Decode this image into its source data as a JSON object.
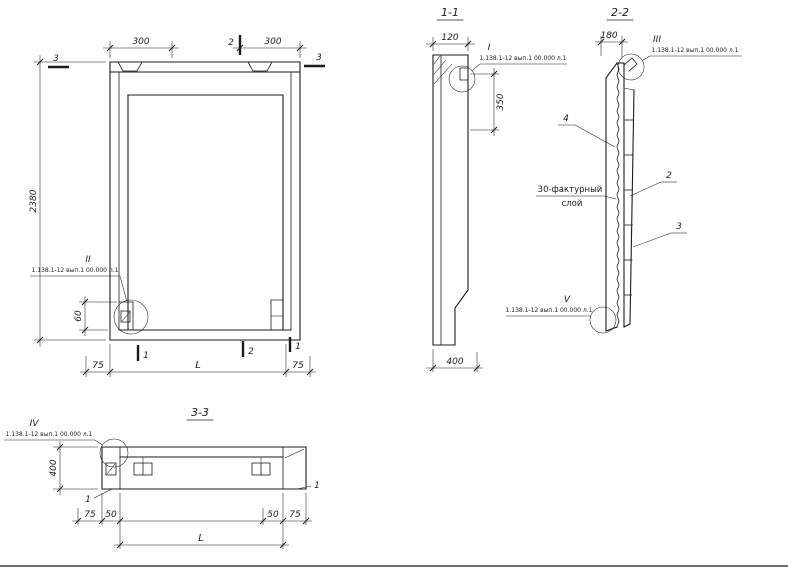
{
  "colors": {
    "ink": "#1c1c1c",
    "paper": "#ffffff"
  },
  "callouts": {
    "ref": "1.138.1-12 вып.1 00.000 л.1",
    "numeral_I": "I",
    "numeral_II": "II",
    "numeral_III": "III",
    "numeral_IV": "IV",
    "numeral_V": "V"
  },
  "elevation": {
    "dim_300_left": "300",
    "dim_300_right": "300",
    "dim_height": "2380",
    "dim_60": "60",
    "dim_75_left": "75",
    "dim_length": "L",
    "dim_75_right": "75",
    "mark_1": "1",
    "mark_2": "2",
    "mark_3": "3"
  },
  "section_1_1": {
    "title": "1-1",
    "dim_top": "120",
    "dim_right": "350",
    "dim_bottom": "400"
  },
  "section_2_2": {
    "title": "2-2",
    "dim_top": "180",
    "part_2": "2",
    "part_3": "3",
    "part_4": "4",
    "note_line1": "30-фактурный",
    "note_line2": "слой"
  },
  "section_3_3": {
    "title": "3-3",
    "dim_left": "400",
    "dim_75_left": "75",
    "dim_50_left": "50",
    "dim_length": "L",
    "dim_50_right": "50",
    "dim_75_right": "75",
    "mark_1": "1"
  }
}
